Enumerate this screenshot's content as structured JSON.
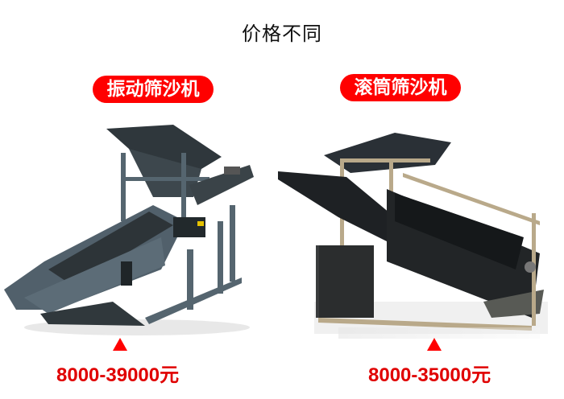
{
  "header": {
    "title": "价格不同"
  },
  "products": [
    {
      "name": "振动筛沙机",
      "price": "8000-39000元",
      "image": "vibrating-screen-sand-machine-photo",
      "colors": {
        "body": "#4a5a66",
        "dark": "#2a3338"
      }
    },
    {
      "name": "滚筒筛沙机",
      "price": "8000-35000元",
      "image": "drum-screen-sand-machine-photo",
      "colors": {
        "body": "#2b2d2e",
        "frame": "#b9a98a"
      }
    }
  ],
  "colors": {
    "accent": "#ff0000",
    "price": "#e00000",
    "title": "#111111",
    "background": "#ffffff"
  },
  "icons": {
    "marker": "red-triangle-up-icon"
  }
}
